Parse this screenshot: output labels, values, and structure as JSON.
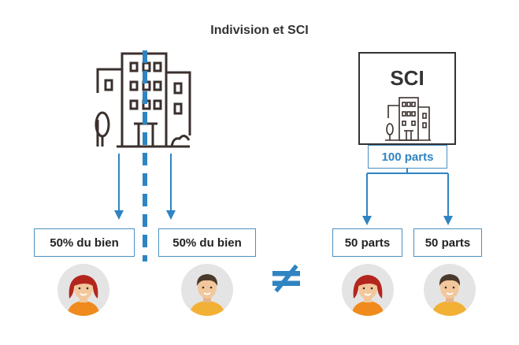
{
  "title": "Indivision et SCI",
  "left": {
    "share_left": "50% du bien",
    "share_right": "50% du bien"
  },
  "right": {
    "sci_label": "SCI",
    "total_parts": "100 parts",
    "share_left": "50 parts",
    "share_right": "50 parts"
  },
  "symbol": "≠",
  "colors": {
    "accent": "#2f84c2",
    "outline": "#3a302d",
    "avatar_bg": "#e4e4e4",
    "woman_hair": "#b3261e",
    "woman_shirt": "#f08a1c",
    "man_hair": "#4a3a2c",
    "man_shirt": "#f2b035",
    "skin": "#f2c79c"
  }
}
